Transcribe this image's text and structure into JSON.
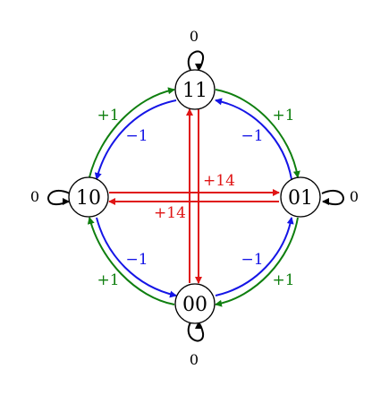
{
  "colors": {
    "green": "#0f7f0f",
    "blue": "#1515e6",
    "red": "#e01515",
    "black": "#000000"
  },
  "nodes": {
    "n11": "11",
    "n10": "10",
    "n01": "01",
    "n00": "00"
  },
  "self_loops": {
    "n11": "0",
    "n10": "0",
    "n01": "0",
    "n00": "0"
  },
  "edges": [
    {
      "from": "11",
      "to": "01",
      "label": "+1",
      "color": "green"
    },
    {
      "from": "01",
      "to": "11",
      "label": "−1",
      "color": "blue"
    },
    {
      "from": "10",
      "to": "11",
      "label": "+1",
      "color": "green"
    },
    {
      "from": "11",
      "to": "10",
      "label": "−1",
      "color": "blue"
    },
    {
      "from": "10",
      "to": "00",
      "label": "−1",
      "color": "blue"
    },
    {
      "from": "00",
      "to": "10",
      "label": "+1",
      "color": "green"
    },
    {
      "from": "01",
      "to": "00",
      "label": "+1",
      "color": "green"
    },
    {
      "from": "00",
      "to": "01",
      "label": "−1",
      "color": "blue"
    },
    {
      "from": "10",
      "to": "01",
      "label": "+14",
      "color": "red"
    },
    {
      "from": "01",
      "to": "10",
      "label": "+14",
      "color": "red"
    },
    {
      "from": "11",
      "to": "00",
      "label": "",
      "color": "red"
    },
    {
      "from": "00",
      "to": "11",
      "label": "",
      "color": "red"
    }
  ]
}
